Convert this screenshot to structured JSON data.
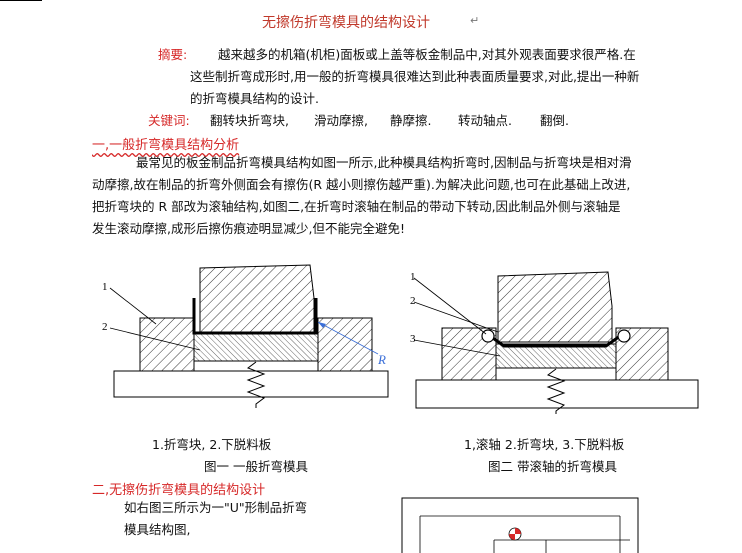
{
  "document": {
    "title": "无擦伤折弯模具的结构设计",
    "abstract_label": "摘要:",
    "abstract_lines": [
      "越来越多的机箱(机柜)面板或上盖等板金制品中,对其外观表面要求很严格.在",
      "这些制折弯成形时,用一般的折弯模具很难达到此种表面质量要求,对此,提出一种新",
      "的折弯模具结构的设计."
    ],
    "keywords_label": "关键词:",
    "keywords": [
      "翻转块折弯块,",
      "滑动摩擦,",
      "静摩擦.",
      "转动轴点.",
      "翻倒."
    ],
    "section1_heading": "一,一般折弯模具结构分析",
    "section1_lines": [
      "最常见的板金制品折弯模具结构如图一所示,此种模具结构折弯时,因制品与折弯块是相对滑",
      "动摩擦,故在制品的折弯外侧面会有擦伤(R 越小则擦伤越严重).为解决此问题,也可在此基础上改进,",
      "把折弯块的 R 部改为滚轴结构,如图二,在折弯时滚轴在制品的带动下转动,因此制品外侧与滚轴是",
      "发生滚动摩擦,成形后擦伤痕迹明显减少,但不能完全避免!"
    ],
    "fig1": {
      "callout_1": "1",
      "callout_2": "2",
      "callout_r": "R",
      "legend": "1.折弯块,    2.下脱料板",
      "caption": "图一    一般折弯模具"
    },
    "fig2": {
      "callout_1": "1",
      "callout_2": "2",
      "callout_3": "3",
      "legend": "1,滚轴     2.折弯块,     3.下脱料板",
      "caption": "图二    带滚轴的折弯模具"
    },
    "section2_heading": "二,无擦伤折弯模具的结构设计",
    "section2_lines": [
      "如右图三所示为一\"U\"形制品折弯",
      "模具结构图,"
    ]
  }
}
